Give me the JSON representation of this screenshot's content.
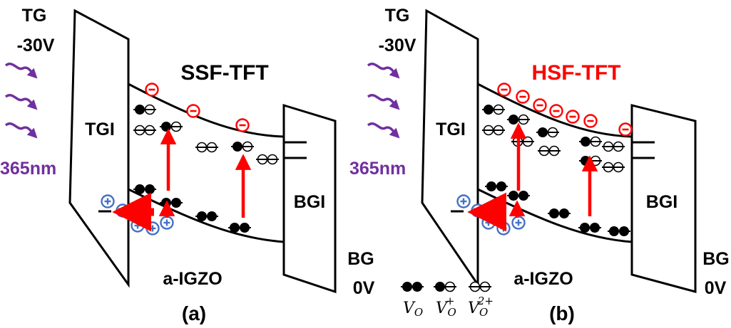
{
  "colors": {
    "ink": "#000000",
    "uv_arrow": "#7030a0",
    "transition_arrow": "#ff0000",
    "electron": "#ff0000",
    "hole": "#4472c4",
    "title_b": "#ff0000"
  },
  "icons": [
    "wavy-uv-arrow-icon",
    "electron-icon",
    "hole-icon",
    "oxygen-vacancy-icon"
  ],
  "panel_a": {
    "tg_line1": "TG",
    "tg_line2": "-30V",
    "light_label": "365nm",
    "title": "SSF-TFT",
    "tgi": "TGI",
    "bgi": "BGI",
    "channel": "a-IGZO",
    "bg_line1": "BG",
    "bg_line2": "0V",
    "caption": "(a)"
  },
  "panel_b": {
    "tg_line1": "TG",
    "tg_line2": "-30V",
    "light_label": "365nm",
    "title": "HSF-TFT",
    "tgi": "TGI",
    "bgi": "BGI",
    "channel": "a-IGZO",
    "bg_line1": "BG",
    "bg_line2": "0V",
    "caption": "(b)"
  },
  "legend": {
    "vo_base": "V",
    "vo_sub": "O",
    "vo_plus_sup": "+",
    "vo_2plus_sup": "2+"
  }
}
